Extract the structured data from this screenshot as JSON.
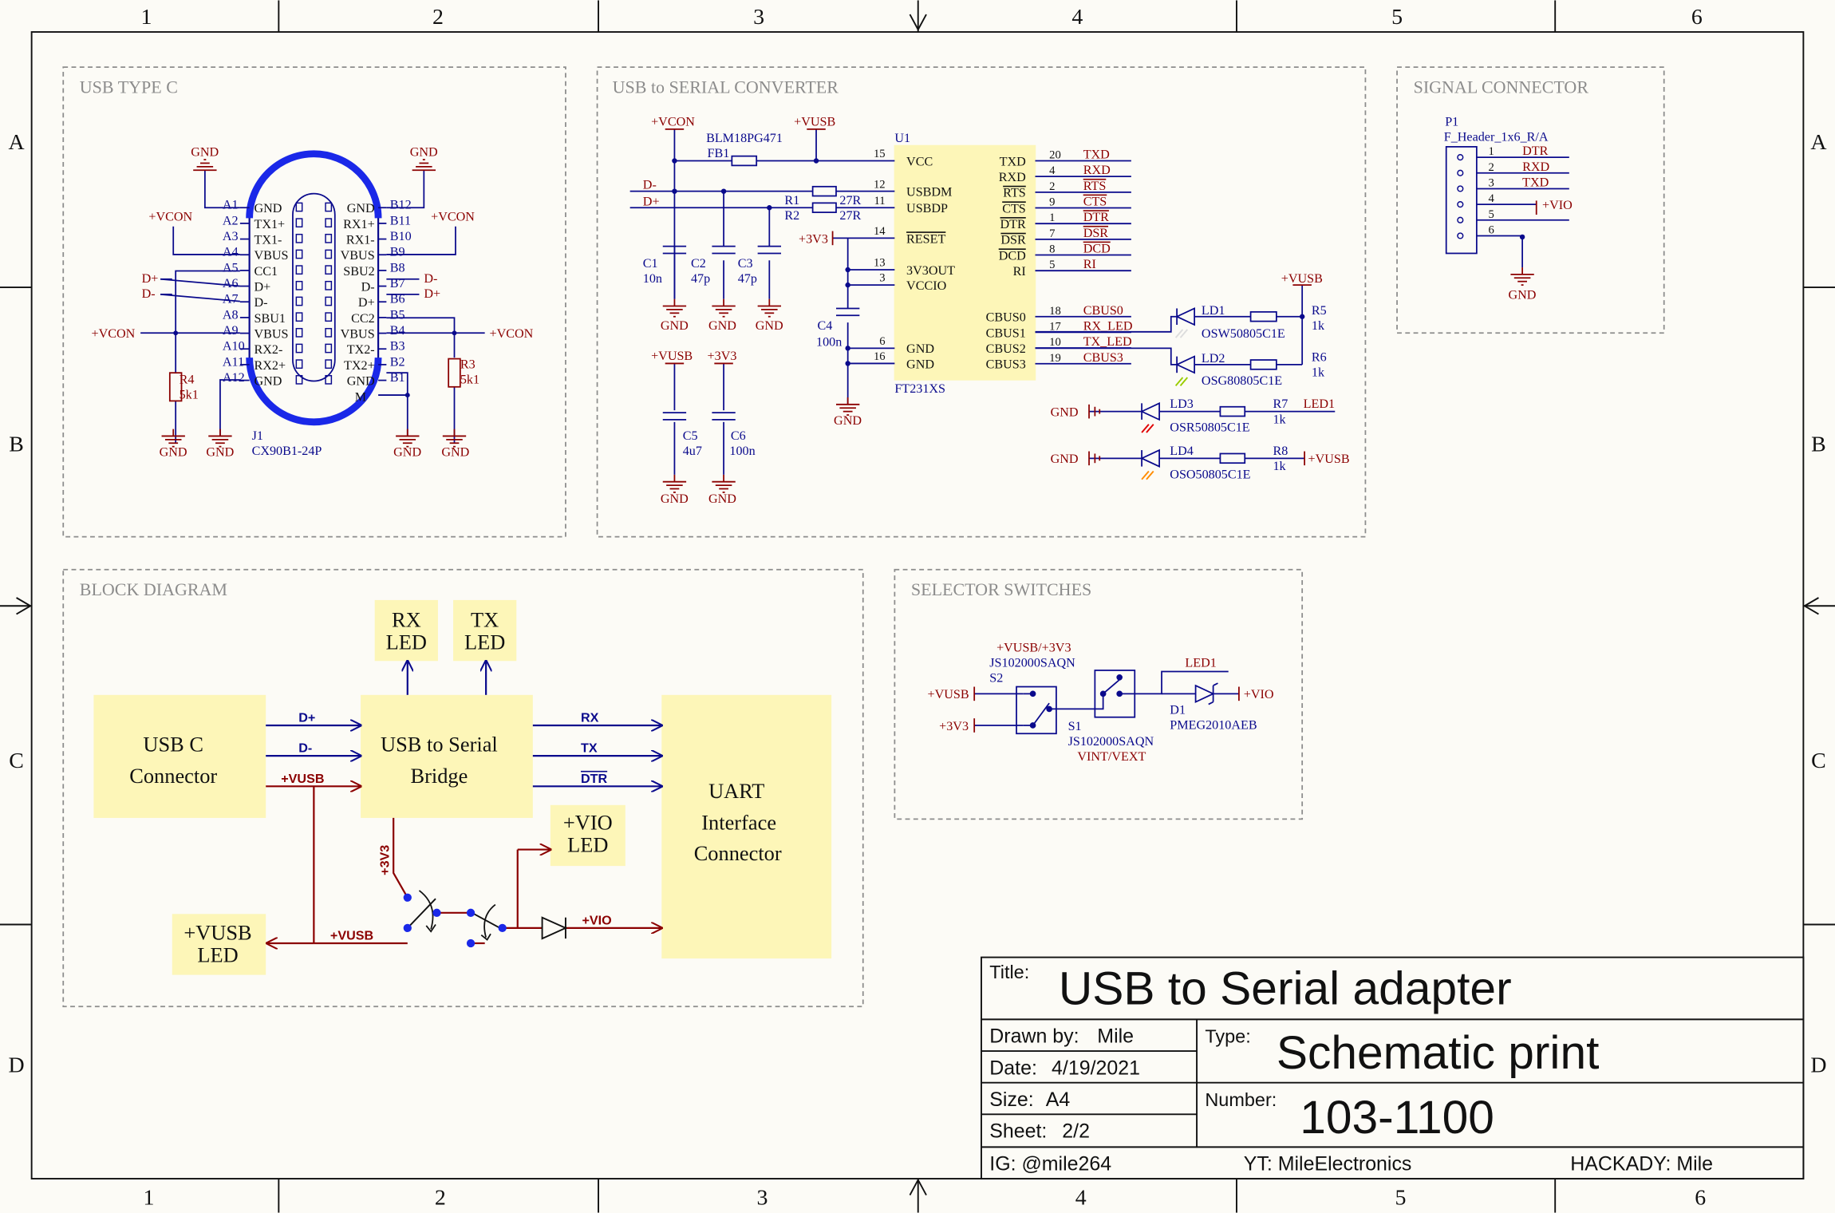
{
  "border": {
    "cols": [
      "1",
      "2",
      "3",
      "4",
      "5",
      "6"
    ],
    "rows": [
      "A",
      "B",
      "C",
      "D"
    ]
  },
  "sheets": {
    "usb_c": "USB TYPE C",
    "converter": "USB to SERIAL CONVERTER",
    "signal": "SIGNAL CONNECTOR",
    "block": "BLOCK DIAGRAM",
    "selector": "SELECTOR SWITCHES"
  },
  "usbc": {
    "ref": "J1",
    "value": "CX90B1-24P",
    "pins_left": [
      {
        "num": "A1",
        "name": "GND"
      },
      {
        "num": "A2",
        "name": "TX1+"
      },
      {
        "num": "A3",
        "name": "TX1-"
      },
      {
        "num": "A4",
        "name": "VBUS"
      },
      {
        "num": "A5",
        "name": "CC1"
      },
      {
        "num": "A6",
        "name": "D+"
      },
      {
        "num": "A7",
        "name": "D-"
      },
      {
        "num": "A8",
        "name": "SBU1"
      },
      {
        "num": "A9",
        "name": "VBUS"
      },
      {
        "num": "A10",
        "name": "RX2-"
      },
      {
        "num": "A11",
        "name": "RX2+"
      },
      {
        "num": "A12",
        "name": "GND"
      }
    ],
    "pins_right": [
      {
        "num": "B12",
        "name": "GND"
      },
      {
        "num": "B11",
        "name": "RX1+"
      },
      {
        "num": "B10",
        "name": "RX1-"
      },
      {
        "num": "B9",
        "name": "VBUS"
      },
      {
        "num": "B8",
        "name": "SBU2"
      },
      {
        "num": "B7",
        "name": "D-"
      },
      {
        "num": "B6",
        "name": "D+"
      },
      {
        "num": "B5",
        "name": "CC2"
      },
      {
        "num": "B4",
        "name": "VBUS"
      },
      {
        "num": "B3",
        "name": "TX2-"
      },
      {
        "num": "B2",
        "name": "TX2+"
      },
      {
        "num": "B1",
        "name": "GND"
      }
    ],
    "shield_pin": "M",
    "r4": {
      "ref": "R4",
      "value": "5k1"
    },
    "r3": {
      "ref": "R3",
      "value": "5k1"
    },
    "gnd": "GND",
    "vcon": "+VCON",
    "dplus": "D+",
    "dminus": "D-"
  },
  "conv": {
    "vcon": "+VCON",
    "vusb": "+VUSB",
    "v3v3": "+3V3",
    "fb1_value": "BLM18PG471",
    "fb1_ref": "FB1",
    "u1_ref": "U1",
    "u1_value": "FT231XS",
    "dminus": "D-",
    "dplus": "D+",
    "r1": {
      "ref": "R1",
      "value": "27R"
    },
    "r2": {
      "ref": "R2",
      "value": "27R"
    },
    "c1": {
      "ref": "C1",
      "value": "10n"
    },
    "c2": {
      "ref": "C2",
      "value": "47p"
    },
    "c3": {
      "ref": "C3",
      "value": "47p"
    },
    "c4": {
      "ref": "C4",
      "value": "100n"
    },
    "c5": {
      "ref": "C5",
      "value": "4u7"
    },
    "c6": {
      "ref": "C6",
      "value": "100n"
    },
    "gnd": "GND",
    "left_pins": [
      {
        "num": "15",
        "name": "VCC"
      },
      {
        "num": "12",
        "name": "USBDM"
      },
      {
        "num": "11",
        "name": "USBDP"
      },
      {
        "num": "14",
        "name": "RESET"
      },
      {
        "num": "13",
        "name": "3V3OUT"
      },
      {
        "num": "3",
        "name": "VCCIO"
      },
      {
        "num": "6",
        "name": "GND"
      },
      {
        "num": "16",
        "name": "GND"
      }
    ],
    "right_pins": [
      {
        "num": "20",
        "name": "TXD",
        "net": "TXD"
      },
      {
        "num": "4",
        "name": "RXD",
        "net": "RXD"
      },
      {
        "num": "2",
        "name": "RTS",
        "net": "RTS"
      },
      {
        "num": "9",
        "name": "CTS",
        "net": "CTS"
      },
      {
        "num": "1",
        "name": "DTR",
        "net": "DTR"
      },
      {
        "num": "7",
        "name": "DSR",
        "net": "DSR"
      },
      {
        "num": "8",
        "name": "DCD",
        "net": "DCD"
      },
      {
        "num": "5",
        "name": "RI",
        "net": "RI"
      }
    ],
    "cbus_pins": [
      {
        "num": "18",
        "name": "CBUS0",
        "net": "CBUS0"
      },
      {
        "num": "17",
        "name": "CBUS1",
        "net": "RX_LED"
      },
      {
        "num": "10",
        "name": "CBUS2",
        "net": "TX_LED"
      },
      {
        "num": "19",
        "name": "CBUS3",
        "net": "CBUS3"
      }
    ],
    "ld1": {
      "ref": "LD1",
      "value": "OSW50805C1E"
    },
    "ld2": {
      "ref": "LD2",
      "value": "OSG80805C1E"
    },
    "ld3": {
      "ref": "LD3",
      "value": "OSR50805C1E"
    },
    "ld4": {
      "ref": "LD4",
      "value": "OSO50805C1E"
    },
    "r5": {
      "ref": "R5",
      "value": "1k"
    },
    "r6": {
      "ref": "R6",
      "value": "1k"
    },
    "r7": {
      "ref": "R7",
      "value": "1k"
    },
    "r8": {
      "ref": "R8",
      "value": "1k"
    },
    "led1_net": "LED1"
  },
  "signal": {
    "ref": "P1",
    "value": "F_Header_1x6_R/A",
    "pins": [
      {
        "num": "1",
        "net": "DTR"
      },
      {
        "num": "2",
        "net": "RXD"
      },
      {
        "num": "3",
        "net": "TXD"
      },
      {
        "num": "4",
        "net": "+VIO"
      },
      {
        "num": "5",
        "net": ""
      },
      {
        "num": "6",
        "net": ""
      }
    ],
    "gnd": "GND"
  },
  "block": {
    "usbc": [
      "USB C",
      "Connector"
    ],
    "bridge": [
      "USB to Serial",
      "Bridge"
    ],
    "uart": [
      "UART",
      "Interface",
      "Connector"
    ],
    "rx_led": [
      "RX",
      "LED"
    ],
    "tx_led": [
      "TX",
      "LED"
    ],
    "vio_led": [
      "+VIO",
      "LED"
    ],
    "vusb_led": [
      "+VUSB",
      "LED"
    ],
    "sig_dplus": "D+",
    "sig_dminus": "D-",
    "sig_vusb": "+VUSB",
    "sig_rx": "RX",
    "sig_tx": "TX",
    "sig_dtr": "DTR",
    "sig_3v3": "+3V3",
    "sig_vusb2": "+VUSB",
    "sig_vio": "+VIO"
  },
  "selector": {
    "s2_net": "+VUSB/+3V3",
    "s2_value": "JS102000SAQN",
    "s2_ref": "S2",
    "s1_ref": "S1",
    "s1_value": "JS102000SAQN",
    "s1_net": "VINT/VEXT",
    "vusb": "+VUSB",
    "v3v3": "+3V3",
    "led1": "LED1",
    "vio": "+VIO",
    "d1_ref": "D1",
    "d1_value": "PMEG2010AEB"
  },
  "title_block": {
    "title_label": "Title:",
    "title": "USB to Serial adapter",
    "drawn_label": "Drawn by:",
    "drawn": "Mile",
    "type_label": "Type:",
    "type": "Schematic print",
    "date_label": "Date:",
    "date": "4/19/2021",
    "size_label": "Size:",
    "size": "A4",
    "number_label": "Number:",
    "number": "103-1100",
    "sheet_label": "Sheet:",
    "sheet": "2/2",
    "ig": "IG: @mile264",
    "yt": "YT: MileElectronics",
    "hackady": "HACKADY: Mile"
  },
  "colors": {
    "wire": "#0a0a8c",
    "net": "#8b0000",
    "block_fill": "#fdf6b8",
    "border": "#111111",
    "sheet_dash": "#8c8c8c",
    "component": "#8b0000"
  }
}
